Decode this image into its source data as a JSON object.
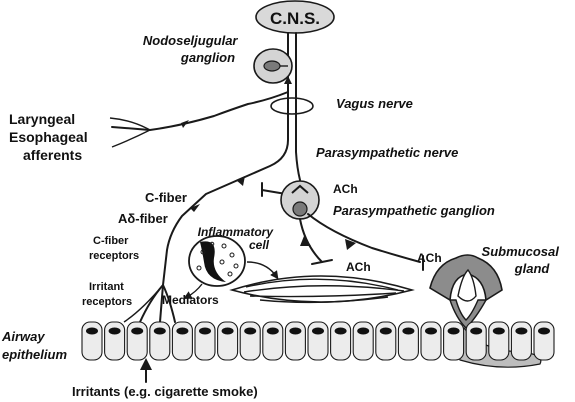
{
  "labels": {
    "cns": "C.N.S.",
    "nodose_ganglion": [
      "Nodoseljugular",
      "ganglion"
    ],
    "vagus_nerve": "Vagus nerve",
    "laryngeal_afferents": [
      "Laryngeal",
      "Esophageal",
      "afferents"
    ],
    "parasympathetic_nerve": "Parasympathetic nerve",
    "c_fiber": "C-fiber",
    "a_delta_fiber": "Aδ-fiber",
    "ach_ganglion": "ACh",
    "parasympathetic_ganglion": "Parasympathetic ganglion",
    "inflammatory_cell": [
      "Inflammatory",
      "cell"
    ],
    "c_fiber_receptors": [
      "C-fiber",
      "receptors"
    ],
    "irritant_receptors": [
      "Irritant",
      "receptors"
    ],
    "mediators": "Mediators",
    "ach_muscle": "ACh",
    "ach_gland": "ACh",
    "submucosal_gland": [
      "Submucosal",
      "gland"
    ],
    "airway_epithelium": [
      "Airway",
      "epithelium"
    ],
    "irritants": "Irritants (e.g. cigarette smoke)"
  },
  "colors": {
    "ink": "#1a1a1a",
    "cns_fill": "#d9d9d9",
    "ganglion_fill": "#d4d4d4",
    "nucleus_fill": "#7a7a7a",
    "gland_fill": "#8c8c8c",
    "epithelium_fill": "#ececec",
    "background": "#ffffff"
  }
}
